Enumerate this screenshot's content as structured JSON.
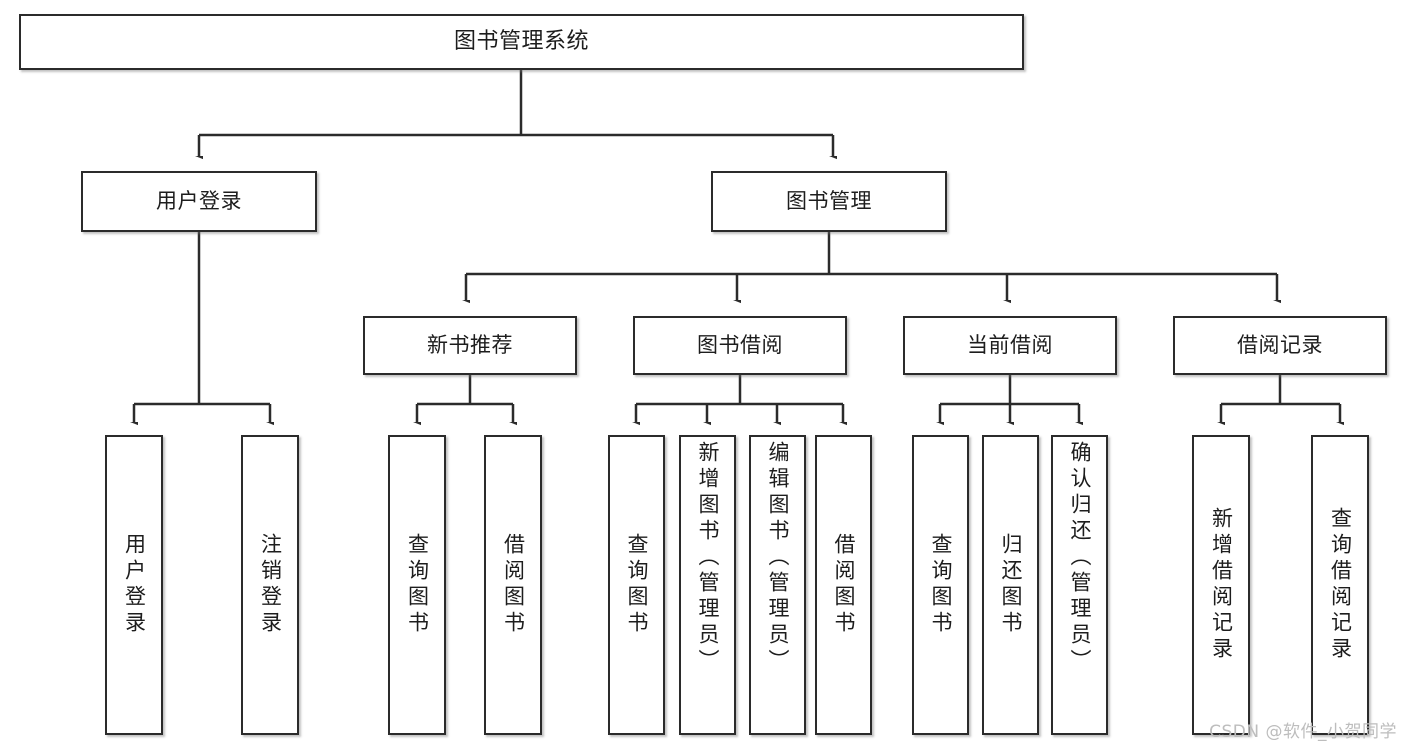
{
  "diagram": {
    "title": "图书管理系统",
    "type": "tree",
    "watermark": "CSDN @软件_小贺同学",
    "colors": {
      "box_border": "#2b2b2b",
      "box_fill": "#ffffff",
      "connector": "#2b2b2b",
      "text": "#1d1d1d",
      "watermark": "#bdbdbd",
      "background": "#ffffff"
    },
    "nodes": {
      "root": {
        "label": "图书管理系统"
      },
      "level1": [
        {
          "id": "user-login",
          "label": "用户登录"
        },
        {
          "id": "book-management",
          "label": "图书管理"
        }
      ],
      "level2": [
        {
          "id": "new-book-recommend",
          "label": "新书推荐"
        },
        {
          "id": "book-borrow",
          "label": "图书借阅"
        },
        {
          "id": "current-borrow",
          "label": "当前借阅"
        },
        {
          "id": "borrow-record",
          "label": "借阅记录"
        }
      ],
      "leaves": {
        "user_login": [
          {
            "id": "leaf-user-login",
            "label": "用户登录"
          },
          {
            "id": "leaf-logout-login",
            "label": "注销登录"
          }
        ],
        "new_book_recommend": [
          {
            "id": "leaf-query-book-1",
            "label": "查询图书"
          },
          {
            "id": "leaf-borrow-book-1",
            "label": "借阅图书"
          }
        ],
        "book_borrow": [
          {
            "id": "leaf-query-book-2",
            "label": "查询图书"
          },
          {
            "id": "leaf-add-book",
            "label": "新增图书（管理员）"
          },
          {
            "id": "leaf-edit-book",
            "label": "编辑图书（管理员）"
          },
          {
            "id": "leaf-borrow-book-2",
            "label": "借阅图书"
          }
        ],
        "current_borrow": [
          {
            "id": "leaf-query-book-3",
            "label": "查询图书"
          },
          {
            "id": "leaf-return-book",
            "label": "归还图书"
          },
          {
            "id": "leaf-confirm-return",
            "label": "确认归还（管理员）"
          }
        ],
        "borrow_record": [
          {
            "id": "leaf-add-record",
            "label": "新增借阅记录"
          },
          {
            "id": "leaf-query-record",
            "label": "查询借阅记录"
          }
        ]
      }
    }
  }
}
